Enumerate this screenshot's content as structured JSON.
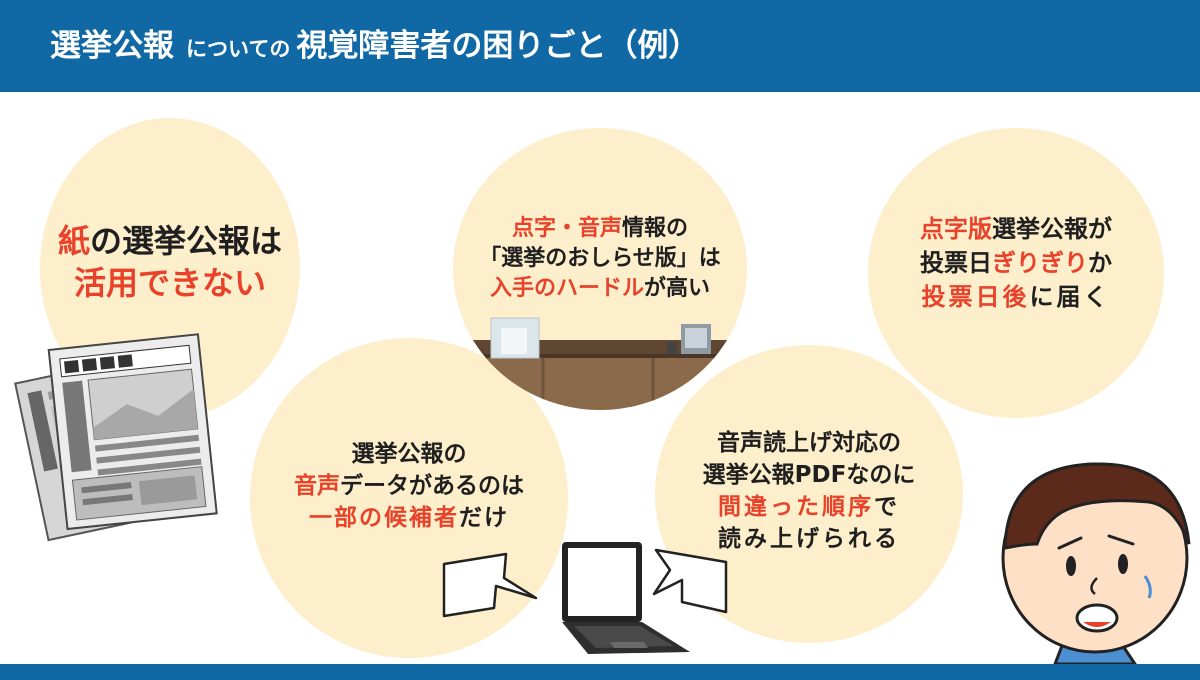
{
  "header": {
    "title_part1": "選挙公報",
    "title_part2": "についての",
    "title_part3": "視覚障害者の困りごと（例）"
  },
  "bubbles": [
    {
      "id": "paper",
      "lines": [
        [
          {
            "text": "紙",
            "accent": true
          },
          {
            "text": "の選挙公報は",
            "accent": false
          }
        ],
        [
          {
            "text": "活用できない",
            "accent": true
          }
        ]
      ]
    },
    {
      "id": "braille-audio",
      "lines": [
        [
          {
            "text": "点字・音声",
            "accent": true
          },
          {
            "text": "情報の",
            "accent": false
          }
        ],
        [
          {
            "text": "「選挙のおしらせ版」は",
            "accent": false
          }
        ],
        [
          {
            "text": "入手のハードル",
            "accent": true
          },
          {
            "text": "が高い",
            "accent": false
          }
        ]
      ]
    },
    {
      "id": "braille-late",
      "lines": [
        [
          {
            "text": "点字版",
            "accent": true
          },
          {
            "text": "選挙公報が",
            "accent": false
          }
        ],
        [
          {
            "text": "投票日",
            "accent": false
          },
          {
            "text": "ぎりぎり",
            "accent": true
          },
          {
            "text": "か",
            "accent": false
          }
        ],
        [
          {
            "text": "投票日後",
            "accent": true
          },
          {
            "text": "に届く",
            "accent": false
          }
        ]
      ]
    },
    {
      "id": "audio-data",
      "lines": [
        [
          {
            "text": "選挙公報の",
            "accent": false
          }
        ],
        [
          {
            "text": "音声",
            "accent": true
          },
          {
            "text": "データがあるのは",
            "accent": false
          }
        ],
        [
          {
            "text": "一部の候補者",
            "accent": true
          },
          {
            "text": "だけ",
            "accent": false
          }
        ]
      ]
    },
    {
      "id": "pdf-order",
      "lines": [
        [
          {
            "text": "音声読上げ対応の",
            "accent": false
          }
        ],
        [
          {
            "text": "選挙公報PDFなのに",
            "accent": false
          }
        ],
        [
          {
            "text": "間違った順序",
            "accent": true
          },
          {
            "text": "で",
            "accent": false
          }
        ],
        [
          {
            "text": "読み上げられる",
            "accent": false
          }
        ]
      ]
    }
  ],
  "colors": {
    "header": "#1068a5",
    "bubble": "#fdefcc",
    "accent": "#e8432a",
    "text": "#1f1f1f"
  },
  "icons": [
    "newspaper-icon",
    "counter-desk-icon",
    "laptop-icon",
    "speech-bubble-icon",
    "worried-person-icon"
  ]
}
